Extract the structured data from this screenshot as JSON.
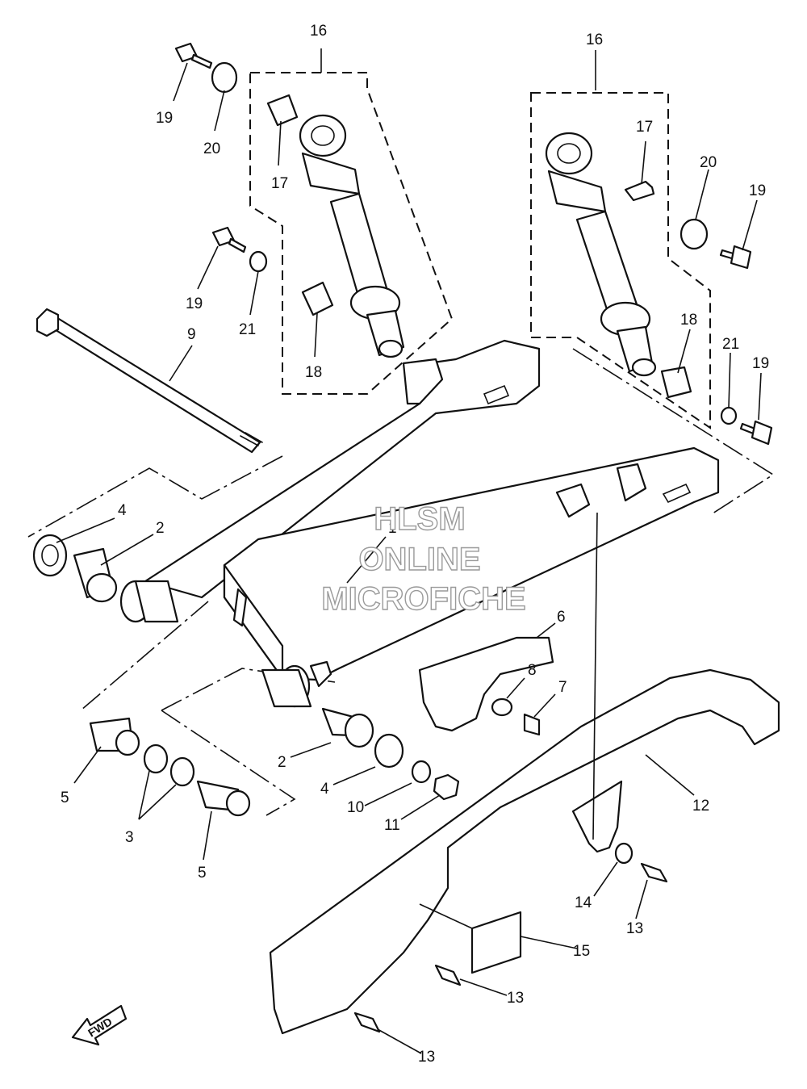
{
  "watermark": {
    "line1": "HLSM",
    "line2": "ONLINE",
    "line3": "MICROFICHE"
  },
  "direction_marker": {
    "label": "FWD",
    "icon": "fwd-arrow-icon"
  },
  "callouts": [
    {
      "id": "c16a",
      "text": "16"
    },
    {
      "id": "c16b",
      "text": "16"
    },
    {
      "id": "c19a",
      "text": "19"
    },
    {
      "id": "c20a",
      "text": "20"
    },
    {
      "id": "c17a",
      "text": "17"
    },
    {
      "id": "c19b",
      "text": "19"
    },
    {
      "id": "c21a",
      "text": "21"
    },
    {
      "id": "c18a",
      "text": "18"
    },
    {
      "id": "c9",
      "text": "9"
    },
    {
      "id": "c17b",
      "text": "17"
    },
    {
      "id": "c20b",
      "text": "20"
    },
    {
      "id": "c19c",
      "text": "19"
    },
    {
      "id": "c18b",
      "text": "18"
    },
    {
      "id": "c21b",
      "text": "21"
    },
    {
      "id": "c19d",
      "text": "19"
    },
    {
      "id": "c4a",
      "text": "4"
    },
    {
      "id": "c2a",
      "text": "2"
    },
    {
      "id": "c1",
      "text": "1"
    },
    {
      "id": "c6",
      "text": "6"
    },
    {
      "id": "c8",
      "text": "8"
    },
    {
      "id": "c7",
      "text": "7"
    },
    {
      "id": "c5a",
      "text": "5"
    },
    {
      "id": "c3",
      "text": "3"
    },
    {
      "id": "c5b",
      "text": "5"
    },
    {
      "id": "c2b",
      "text": "2"
    },
    {
      "id": "c4b",
      "text": "4"
    },
    {
      "id": "c10",
      "text": "10"
    },
    {
      "id": "c11",
      "text": "11"
    },
    {
      "id": "c12",
      "text": "12"
    },
    {
      "id": "c14",
      "text": "14"
    },
    {
      "id": "c13a",
      "text": "13"
    },
    {
      "id": "c15",
      "text": "15"
    },
    {
      "id": "c13b",
      "text": "13"
    },
    {
      "id": "c13c",
      "text": "13"
    }
  ]
}
